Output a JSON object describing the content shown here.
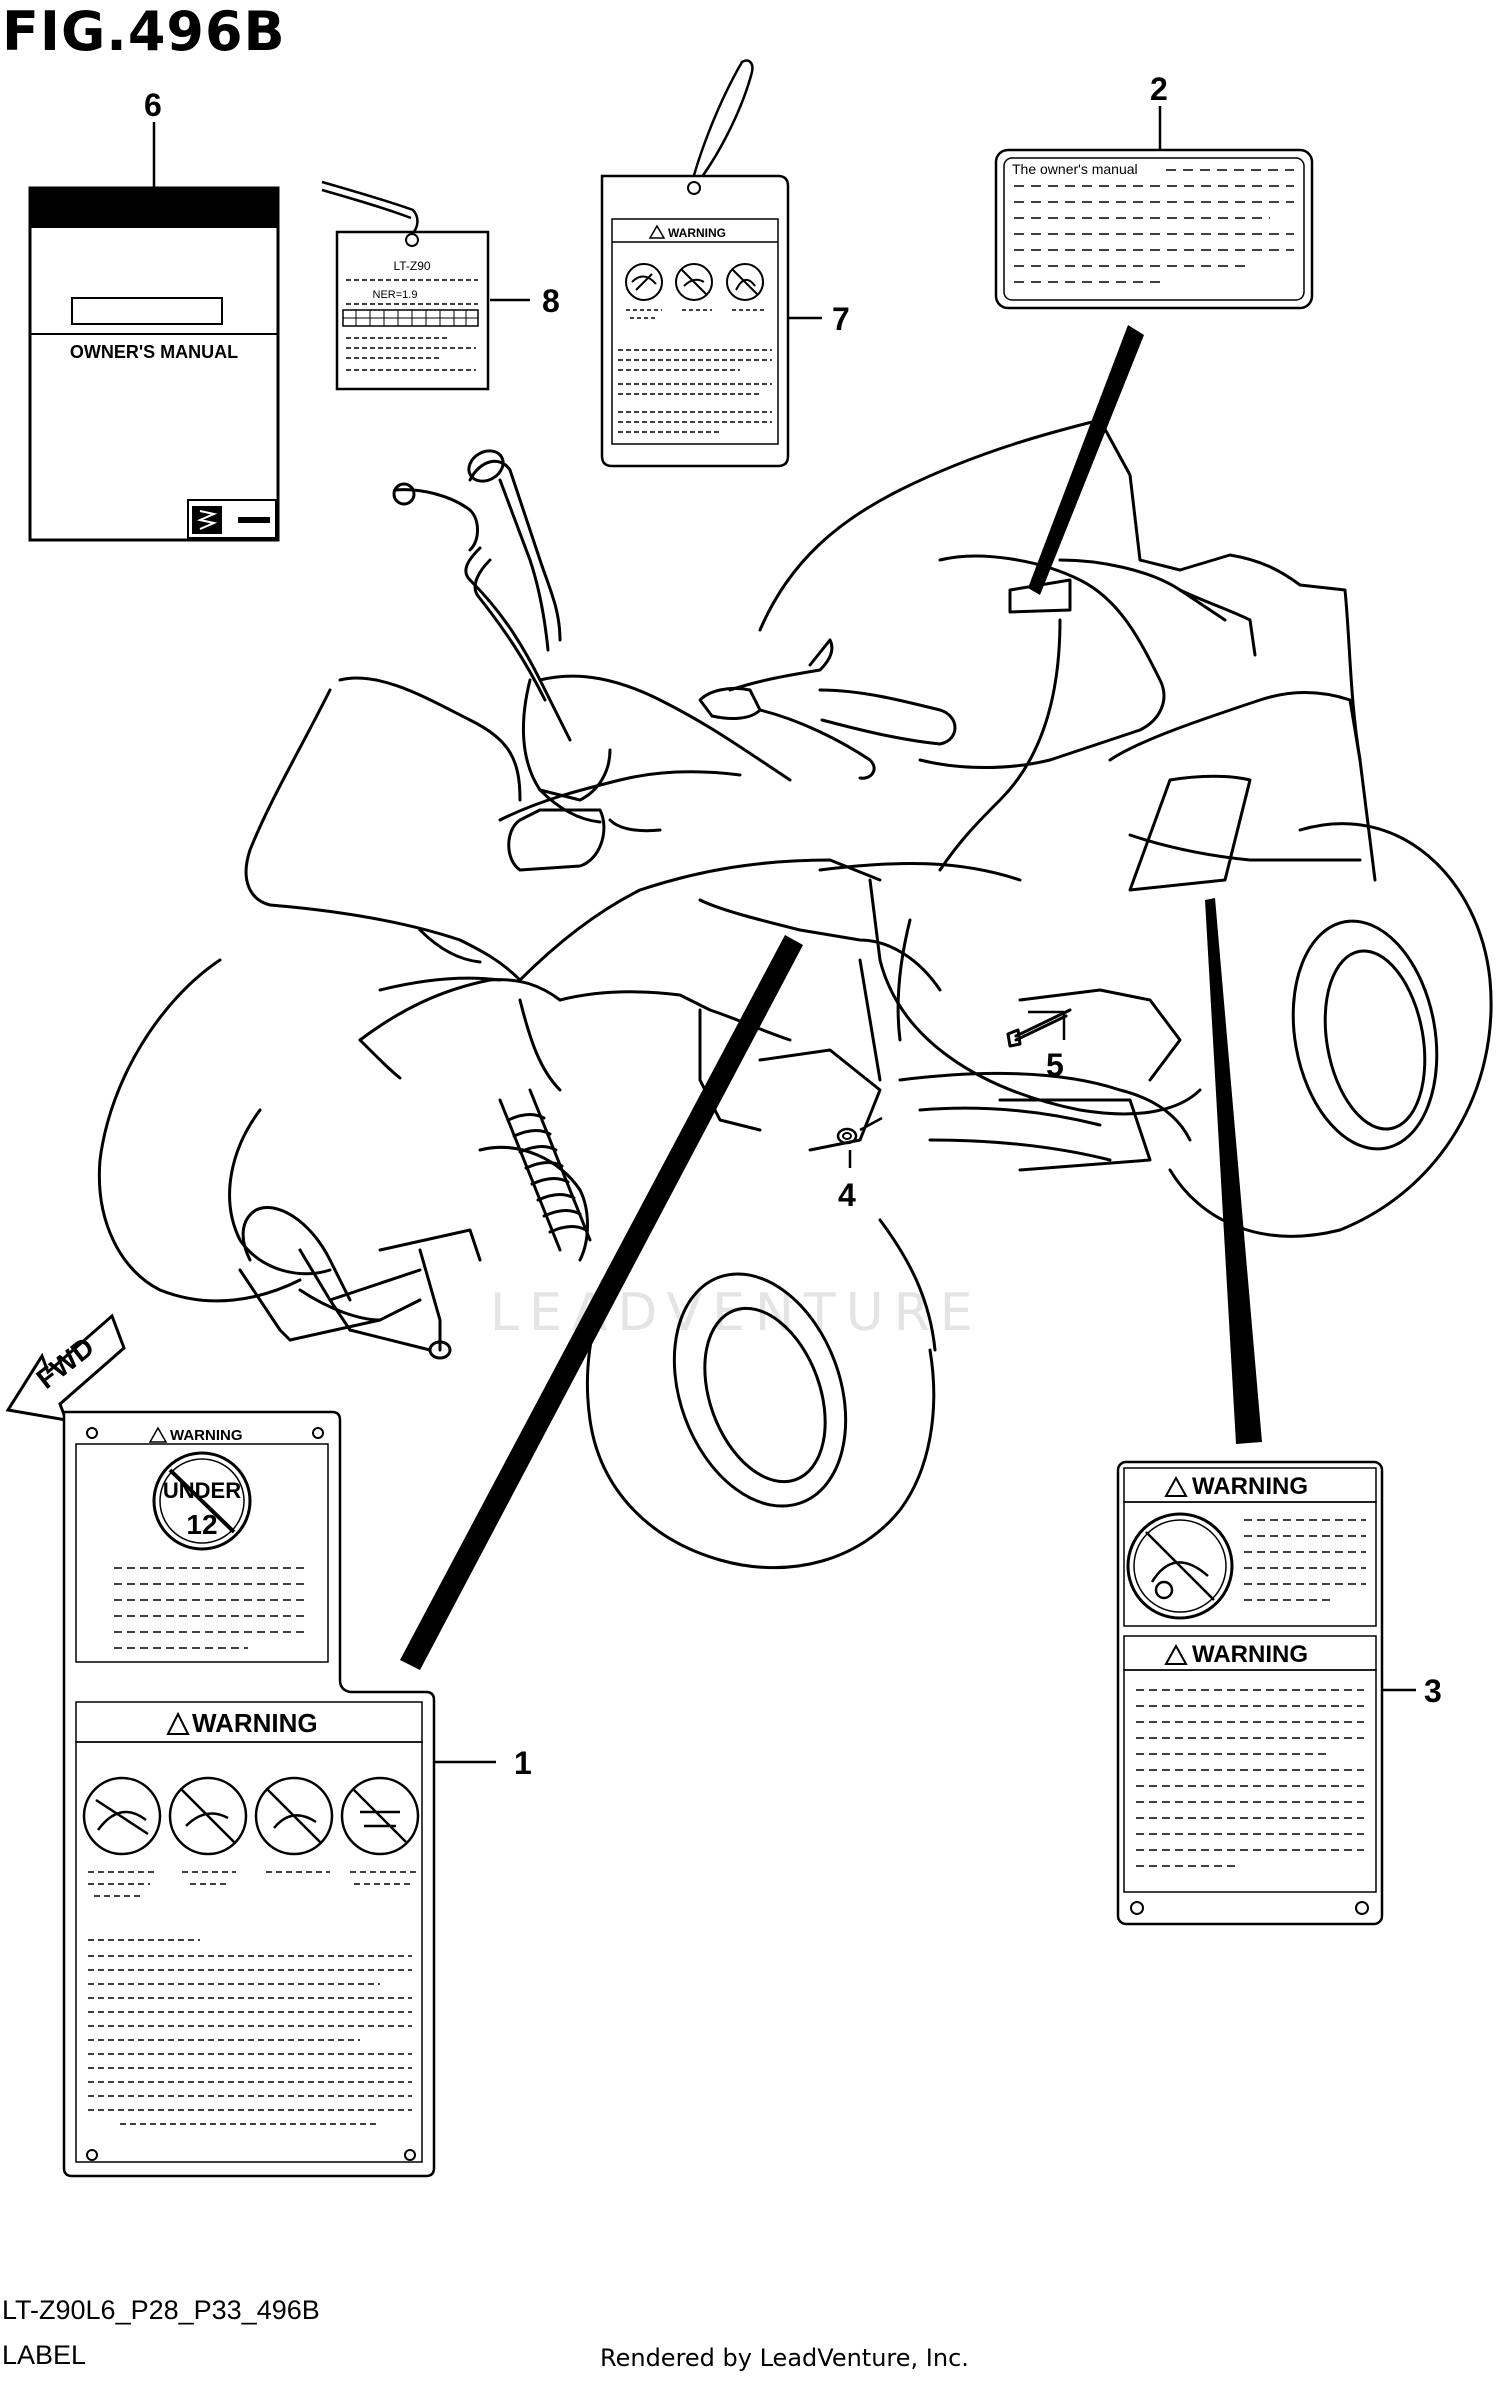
{
  "figure": {
    "title": "FIG.496B",
    "model_code": "LT-Z90L6_P28_P33_496B",
    "section": "LABEL",
    "render_credit": "Rendered by LeadVenture, Inc.",
    "watermark": "LEADVENTURE"
  },
  "direction_arrow": {
    "label": "FWD"
  },
  "callouts": [
    "1",
    "2",
    "3",
    "4",
    "5",
    "6",
    "7",
    "8"
  ],
  "owners_manual_book": {
    "title": "OWNER'S MANUAL"
  },
  "owners_manual_label": {
    "text": "The owner's manual"
  },
  "hang_tag_8": {
    "model": "LT-Z90",
    "ner": "NER=1.9"
  },
  "warning_word": "WARNING",
  "label_1": {
    "age_badge_top": "UNDER",
    "age_badge_number": "12"
  }
}
